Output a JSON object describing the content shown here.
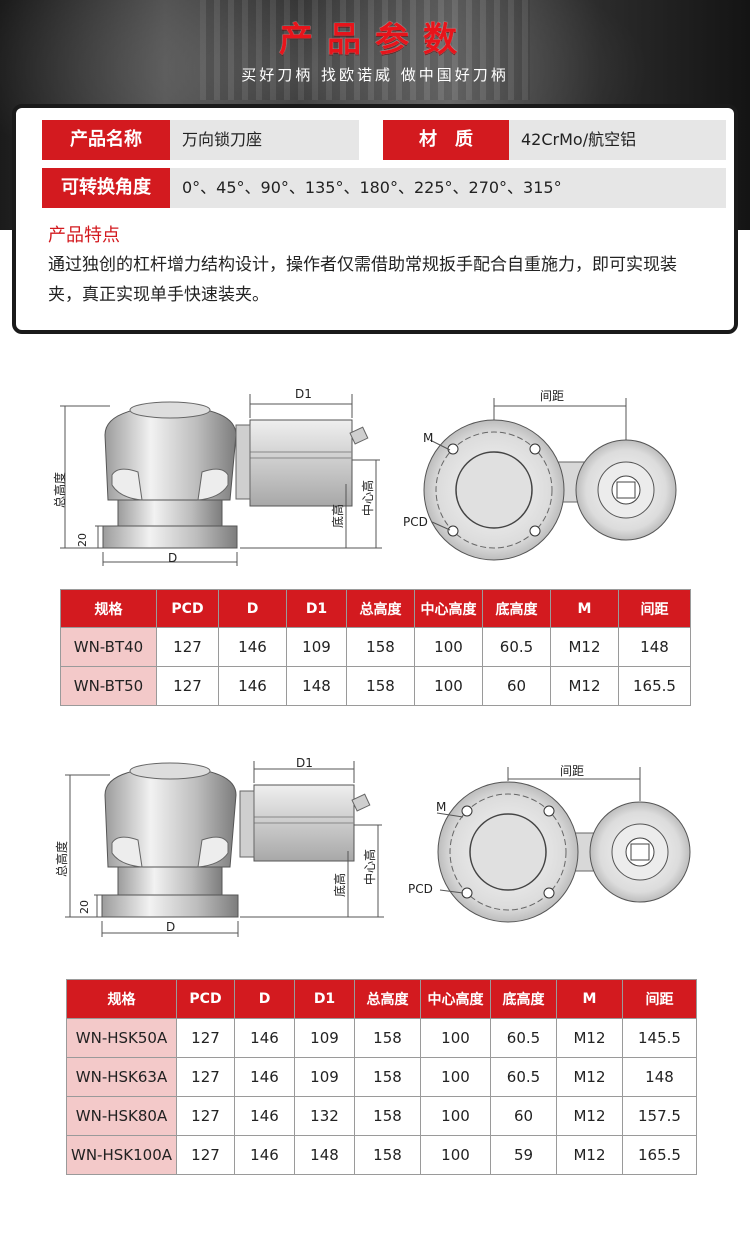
{
  "header": {
    "title": "产品参数",
    "slogan": "买好刀柄 找欧诺威 做中国好刀柄"
  },
  "specs": {
    "name_label": "产品名称",
    "name_value": "万向锁刀座",
    "material_label": "材　质",
    "material_value": "42CrMo/航空铝",
    "angle_label": "可转换角度",
    "angle_value": "0°、45°、90°、135°、180°、225°、270°、315°"
  },
  "features": {
    "title": "产品特点",
    "description": "通过独创的杠杆增力结构设计，操作者仅需借助常规扳手配合自重施力，即可实现装夹，真正实现单手快速装夹。"
  },
  "drawing_labels": {
    "d1": "D1",
    "total_height": "总高度",
    "base_20": "20",
    "d": "D",
    "base_height": "底高",
    "center_height": "中心高",
    "spacing": "间距",
    "m": "M",
    "pcd": "PCD"
  },
  "table1": {
    "headers": [
      "规格",
      "PCD",
      "D",
      "D1",
      "总高度",
      "中心高度",
      "底高度",
      "M",
      "间距"
    ],
    "rows": [
      [
        "WN-BT40",
        "127",
        "146",
        "109",
        "158",
        "100",
        "60.5",
        "M12",
        "148"
      ],
      [
        "WN-BT50",
        "127",
        "146",
        "148",
        "158",
        "100",
        "60",
        "M12",
        "165.5"
      ]
    ]
  },
  "table2": {
    "headers": [
      "规格",
      "PCD",
      "D",
      "D1",
      "总高度",
      "中心高度",
      "底高度",
      "M",
      "间距"
    ],
    "rows": [
      [
        "WN-HSK50A",
        "127",
        "146",
        "109",
        "158",
        "100",
        "60.5",
        "M12",
        "145.5"
      ],
      [
        "WN-HSK63A",
        "127",
        "146",
        "109",
        "158",
        "100",
        "60.5",
        "M12",
        "148"
      ],
      [
        "WN-HSK80A",
        "127",
        "146",
        "132",
        "158",
        "100",
        "60",
        "M12",
        "157.5"
      ],
      [
        "WN-HSK100A",
        "127",
        "146",
        "148",
        "158",
        "100",
        "59",
        "M12",
        "165.5"
      ]
    ]
  },
  "colors": {
    "accent": "#d31a1f",
    "model_cell": "#f3c9c9",
    "value_bg": "#e6e6e6"
  }
}
